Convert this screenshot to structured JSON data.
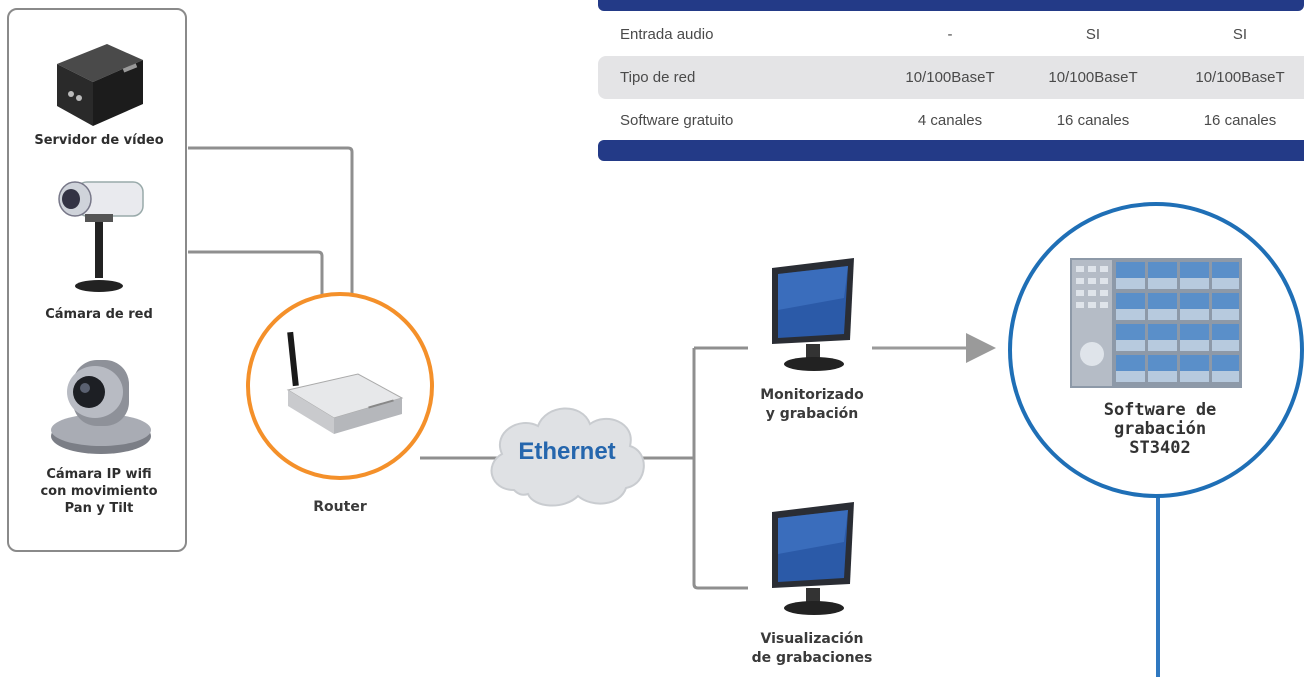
{
  "devices": {
    "video_server_label": "Servidor de vídeo",
    "network_camera_label": "Cámara de red",
    "ptz_camera_label": "Cámara IP wifi\ncon movimiento\nPan y Tilt"
  },
  "router_label": "Router",
  "ethernet_label": "Ethernet",
  "monitoring_label": "Monitorizado\ny grabación",
  "playback_label": "Visualización\nde grabaciones",
  "software_label": "Software de\ngrabación\nST3402",
  "spec_table": {
    "rows": [
      {
        "name": "Entrada audio",
        "values": [
          "-",
          "SI",
          "SI"
        ]
      },
      {
        "name": "Tipo de red",
        "values": [
          "10/100BaseT",
          "10/100BaseT",
          "10/100BaseT"
        ]
      },
      {
        "name": "Software gratuito",
        "values": [
          "4 canales",
          "16 canales",
          "16 canales"
        ]
      }
    ]
  },
  "colors": {
    "router_ring": "#f4902a",
    "software_ring": "#1f6fb6",
    "table_bar": "#233a87",
    "ethernet_text": "#2566ad",
    "wire": "#8f8f8f"
  }
}
